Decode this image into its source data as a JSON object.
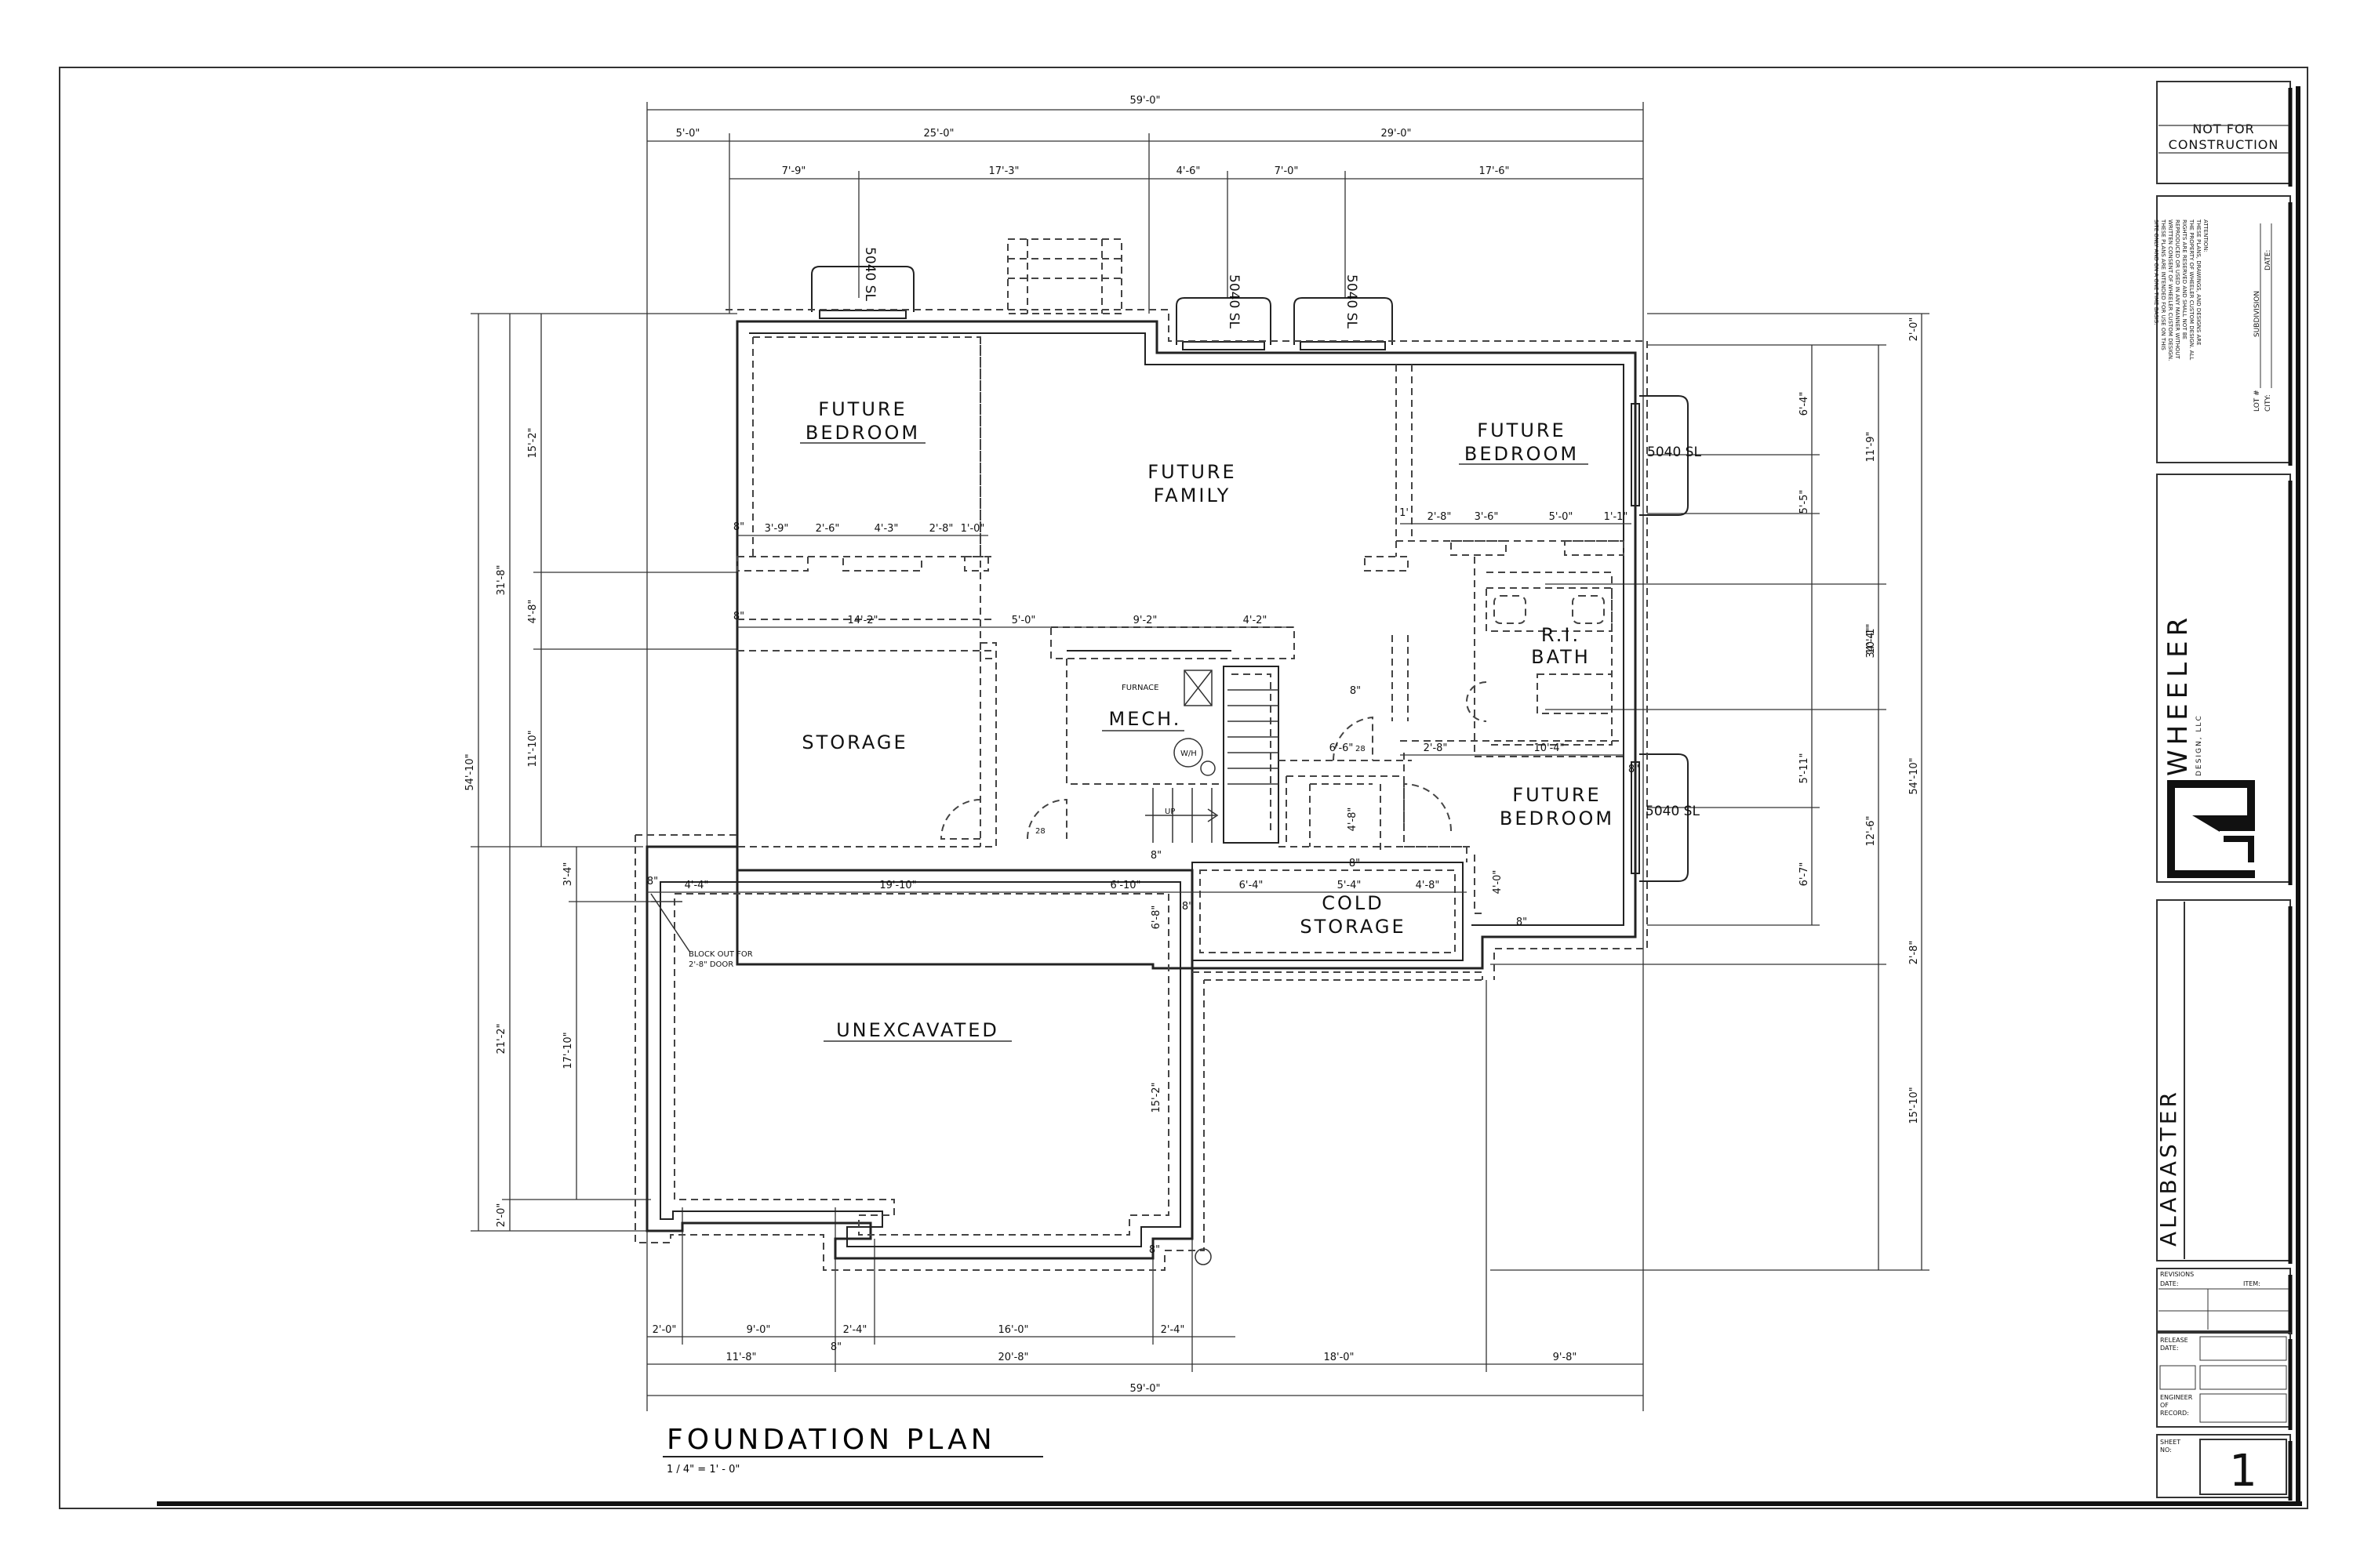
{
  "rooms": {
    "future_bedroom_nw_1": "FUTURE",
    "future_bedroom_nw_2": "BEDROOM",
    "future_family_1": "FUTURE",
    "future_family_2": "FAMILY",
    "future_bedroom_ne_1": "FUTURE",
    "future_bedroom_ne_2": "BEDROOM",
    "ri_bath_1": "R.I.",
    "ri_bath_2": "BATH",
    "storage": "STORAGE",
    "mech": "MECH.",
    "furnace": "FURNACE",
    "wh": "W/H",
    "future_bedroom_se_1": "FUTURE",
    "future_bedroom_se_2": "BEDROOM",
    "cold_storage_1": "COLD",
    "cold_storage_2": "STORAGE",
    "unexcavated": "UNEXCAVATED",
    "up": "UP",
    "block_out_1": "BLOCK OUT FOR",
    "block_out_2": "2'-8\" DOOR",
    "stair_28a": "28",
    "stair_28b": "28"
  },
  "windows": {
    "w1": "5040 SL",
    "w2": "5040 SL",
    "w3": "5040 SL",
    "w4": "5040 SL",
    "w5": "5040 SL"
  },
  "dims_top": {
    "overall": "59'-0\"",
    "a": "5'-0\"",
    "b": "25'-0\"",
    "c": "29'-0\"",
    "d": "7'-9\"",
    "e": "17'-3\"",
    "f": "4'-6\"",
    "g": "7'-0\"",
    "h": "17'-6\""
  },
  "dims_bottom": {
    "a": "2'-0\"",
    "b": "9'-0\"",
    "c": "2'-4\"",
    "d": "16'-0\"",
    "e": "2'-4\"",
    "f": "11'-8\"",
    "g": "8\"",
    "h": "20'-8\"",
    "i": "18'-0\"",
    "j": "9'-8\"",
    "overall": "59'-0\""
  },
  "dims_left": {
    "overall": "54'-10\"",
    "a": "31'-8\"",
    "b": "15'-2\"",
    "c": "4'-8\"",
    "d": "11'-10\"",
    "e": "21'-2\"",
    "f": "3'-4\"",
    "g": "17'-10\"",
    "h": "2'-0\""
  },
  "dims_right": {
    "overall": "54'-10\"",
    "a": "2'-0\"",
    "b": "34'-4\"",
    "c": "11'-9\"",
    "d": "6'-4\"",
    "e": "5'-5\"",
    "f": "10'-1\"",
    "g": "12'-6\"",
    "h": "5'-11\"",
    "i": "6'-7\"",
    "j": "2'-8\"",
    "k": "15'-10\""
  },
  "dims_interior": {
    "r1a": "3'-9\"",
    "r1b": "2'-6\"",
    "r1c": "4'-3\"",
    "r1d": "2'-8\"",
    "r1e": "1'-0\"",
    "r2a": "14'-2\"",
    "r2b": "5'-0\"",
    "r2c": "9'-2\"",
    "r2d": "4'-2\"",
    "r3a": "2'-8\"",
    "r3b": "3'-6\"",
    "r3c": "5'-0\"",
    "r3d": "1'-1\"",
    "r3e": "1'",
    "r4a": "4'-4\"",
    "r4b": "19'-10\"",
    "r4c": "6'-10\"",
    "r4d": "6'-4\"",
    "r4e": "5'-4\"",
    "r4f": "4'-8\"",
    "r5a": "2'-8\"",
    "r5b": "10'-4\"",
    "r5c": "6'-6\"",
    "v1": "6'-8\"",
    "v2": "15'-2\"",
    "v3": "4'-8\"",
    "v4": "4'-0\"",
    "p1": "8\"",
    "p2": "8\"",
    "p3": "8\"",
    "p4": "8\"",
    "p5": "8\"",
    "p6": "8\"",
    "p7": "8\"",
    "p8": "8\"",
    "p9": "8\"",
    "p10": "8\""
  },
  "plan": {
    "title": "FOUNDATION PLAN",
    "scale": "1 / 4\" = 1' - 0\""
  },
  "title_block": {
    "not_for_construction_1": "NOT FOR",
    "not_for_construction_2": "CONSTRUCTION",
    "attention": [
      "ATTENTION:",
      "THESE PLANS, DRAWINGS, AND DESIGNS ARE",
      "THE PROPERTY OF WHEELER CUSTOM DESIGN. ALL",
      "RIGHTS ARE RESERVED AND SHALL NOT BE",
      "REPRODUCED OR USED IN ANY MANNER WITHOUT",
      "WRITTEN CONSENT OF WHEELER CUSTOM DESIGN.",
      "THESE PLANS ARE INTENDED FOR USE ON THIS",
      "SITE ONLY AND ON A ONE TIME BASIS."
    ],
    "lot": "LOT #",
    "city": "CITY:",
    "subdivision": "SUBDIVISION",
    "date": "DATE:",
    "company": "WHEELER",
    "company_sub": "DESIGN, LLC",
    "project": "ALABASTER",
    "revisions": "REVISIONS",
    "rev_date": "DATE:",
    "rev_item": "ITEM:",
    "release_date_1": "RELEASE",
    "release_date_2": "DATE:",
    "engineer_1": "ENGINEER",
    "engineer_2": "OF",
    "engineer_3": "RECORD:",
    "sheet_1": "SHEET",
    "sheet_2": "NO:",
    "sheet_no": "1"
  }
}
